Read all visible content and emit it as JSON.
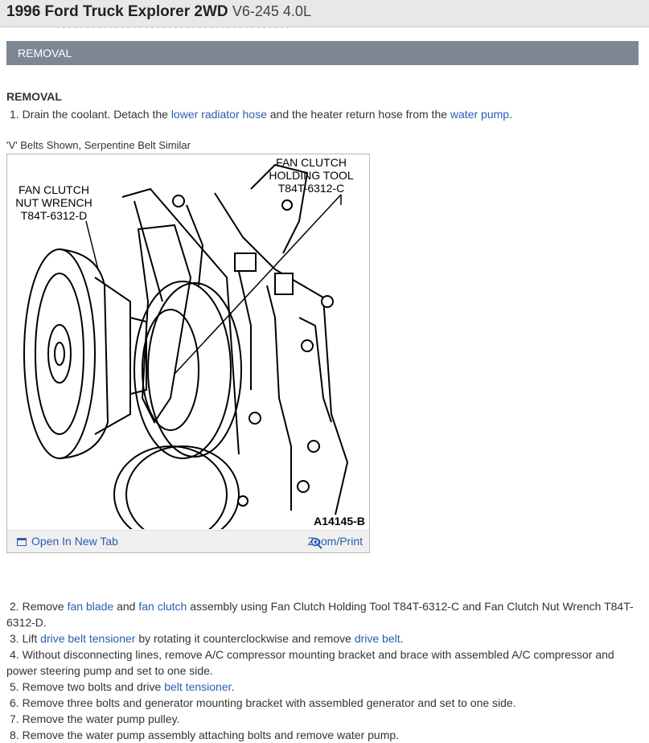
{
  "header": {
    "model": "1996 Ford Truck Explorer 2WD",
    "engine": "V6-245 4.0L"
  },
  "cutoff_text": "· · · · · · · · · · · · · · · · · · · · · · · · · · · · · · · · · · · · · · · ·",
  "section": {
    "title": "REMOVAL"
  },
  "removal": {
    "heading": "REMOVAL",
    "step1": {
      "num": "1.",
      "t1": "Drain the coolant. Detach the",
      "link1": "lower radiator hose",
      "t2": "and the heater return hose from the",
      "link2": "water pump",
      "t3": "."
    }
  },
  "figure": {
    "caption": "'V' Belts Shown, Serpentine Belt Similar",
    "label_left": [
      "FAN CLUTCH",
      "NUT WRENCH",
      "T84T-6312-D"
    ],
    "label_right": [
      "FAN CLUTCH",
      "HOLDING TOOL",
      "T84T-6312-C"
    ],
    "code": "A14145-B",
    "open_tab": "Open In New Tab",
    "zoom_print": "Zoom/Print",
    "icons": {
      "open_tab": "open-new-tab-icon",
      "zoom": "magnifier-icon"
    }
  },
  "steps": {
    "s2": {
      "num": "2.",
      "t1": "Remove",
      "l1": "fan blade",
      "t2": "and",
      "l2": "fan clutch",
      "t3": "assembly using Fan Clutch Holding Tool T84T-6312-C and Fan Clutch Nut Wrench T84T-6312-D."
    },
    "s3": {
      "num": "3.",
      "t1": "Lift",
      "l1": "drive belt tensioner",
      "t2": "by rotating it counterclockwise and remove",
      "l2": "drive belt",
      "t3": "."
    },
    "s4": {
      "num": "4.",
      "t1": "Without disconnecting lines, remove A/C compressor mounting bracket and brace with assembled A/C compressor and power steering pump and set to one side."
    },
    "s5": {
      "num": "5.",
      "t1": "Remove two bolts and drive",
      "l1": "belt tensioner",
      "t2": "."
    },
    "s6": {
      "num": "6.",
      "t1": "Remove three bolts and generator mounting bracket with assembled generator and set to one side."
    },
    "s7": {
      "num": "7.",
      "t1": "Remove the water pump pulley."
    },
    "s8": {
      "num": "8.",
      "t1": "Remove the water pump assembly attaching bolts and remove water pump."
    }
  },
  "colors": {
    "link": "#2a5db0",
    "section_bar": "#7d8794",
    "topbar": "#e8e8e8"
  }
}
